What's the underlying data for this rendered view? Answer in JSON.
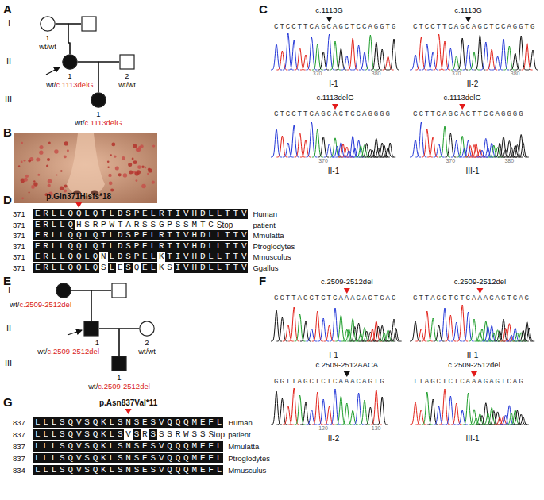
{
  "diagram": {
    "nodes": [
      {
        "text": [
          "1",
          "wt/wt"
        ]
      },
      {
        "text": []
      },
      {
        "text": [
          "1",
          "wt/",
          "c.1113delG"
        ]
      },
      {
        "text": [
          "2",
          "wt/wt"
        ]
      },
      {
        "text": [
          "1",
          "wt/",
          "c.1113delG"
        ]
      },
      {
        "text": [
          "wt/",
          "c.2509-2512del"
        ]
      },
      {
        "text": []
      },
      {
        "text": [
          "1",
          "wt/",
          "c.2509-2512del"
        ]
      },
      {
        "text": [
          "2",
          "wt/wt"
        ]
      },
      {
        "text": [
          "1",
          "wt/",
          "c.2509-2512del"
        ]
      }
    ],
    "edges": [
      {
        "from": 0,
        "to": 1,
        "arrow": "none"
      },
      {
        "from": 0,
        "to": 2,
        "arrow": "none"
      },
      {
        "from": 1,
        "to": 2,
        "arrow": "none"
      },
      {
        "from": 2,
        "to": 3,
        "arrow": "none"
      },
      {
        "from": 2,
        "to": 4,
        "arrow": "none"
      },
      {
        "from": 3,
        "to": 4,
        "arrow": "none"
      },
      {
        "from": 5,
        "to": 6,
        "arrow": "none"
      },
      {
        "from": 5,
        "to": 7,
        "arrow": "none"
      },
      {
        "from": 6,
        "to": 7,
        "arrow": "none"
      },
      {
        "from": 7,
        "to": 8,
        "arrow": "none"
      },
      {
        "from": 7,
        "to": 9,
        "arrow": "none"
      },
      {
        "from": 8,
        "to": 9,
        "arrow": "none"
      }
    ],
    "labels": [
      "A",
      "I",
      "II",
      "III",
      "B",
      "C",
      "c.1113G",
      "CTCCTTCAGCAGCTCCAGGTG",
      "370",
      "380",
      "I-1",
      "c.1113G",
      "CTCCTTCAGCAGCTCCAGGTG",
      "370",
      "380",
      "II-2",
      "c.1113delG",
      "CTCCTTCAGCACTCCAGGGG",
      "370",
      "II-1",
      "c.1113delG",
      "CCTTCAGCACTTCCAGGGG",
      "370",
      "380",
      "III-1",
      "D",
      "p.Gln371Hisfs*18",
      "371",
      "ERLLQQLQTLDSPELRTIVHDLLTTV",
      "Human",
      "371",
      "ERLLQ",
      "HSRPWTARSSGPSSMTC",
      "Stop",
      "patient",
      "371",
      "ERLLQQLQTLDSPELRTIVHDLLTTV",
      "Mmulatta",
      "371",
      "ERLLQQLQTLDSPELRTIVHDLLTTV",
      "Ptroglodytes",
      "371",
      "ERLLQQLQ",
      "N",
      "LDSPEL",
      "K",
      "TIVHDLLTTV",
      "Mmusculus",
      "371",
      "ERLLQQLQ",
      "S",
      "L",
      "E",
      "S",
      "Q",
      "EL",
      "KS",
      "IVHDLLTTV",
      "Ggallus",
      "E",
      "I",
      "II",
      "III",
      "F",
      "c.2509-2512del",
      "GGTTAGCTCTCAAAGAGTGAG",
      "I-1",
      "c.2509-2512del",
      "GTTAGCTCTCAAACAGTCAG",
      "II-1",
      "c.2509-2512AACA",
      "GGTTAGCTCTCAAACAGTG",
      "120",
      "130",
      "II-2",
      "c.2509-2512del",
      "TTAGCTCTCAAAGAGTCAG",
      "III-1",
      "G",
      "p.Asn837Val*11",
      "837",
      "LLLSQVSQKLSNSESVQQQMEFL",
      "Human",
      "837",
      "LLLSQVSQKLS",
      "V",
      "S",
      "R",
      "S",
      "SSRWSS",
      "Stop",
      "patient",
      "837",
      "LLLSQVSQKLSNSESVQQQMEFL",
      "Mmulatta",
      "837",
      "LLLSQVSQKLSNSESVQQQMEFL",
      "Ptroglodytes",
      "834",
      "LLLSQVSQKLSNSESVQQQMEFL",
      "Mmusculus"
    ]
  }
}
